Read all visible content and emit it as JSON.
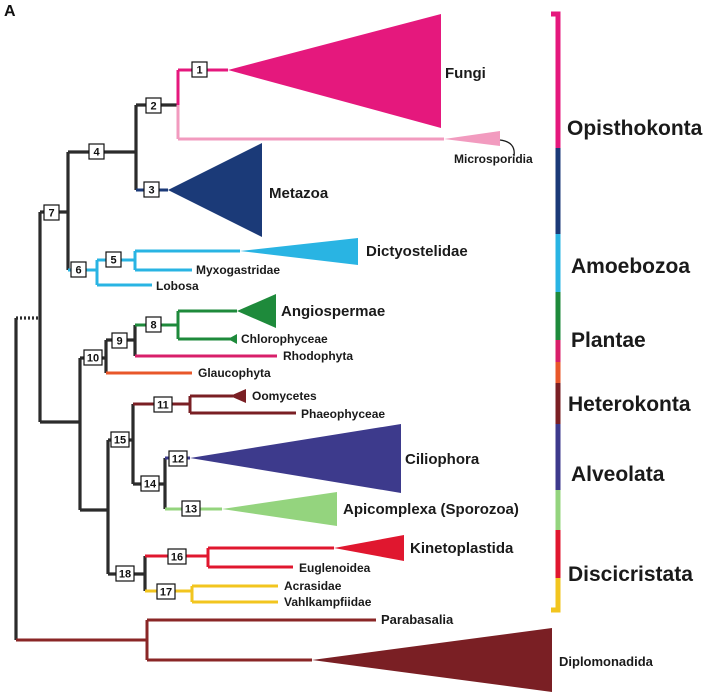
{
  "panel_label": "A",
  "node_numbers": [
    "1",
    "2",
    "3",
    "4",
    "5",
    "6",
    "7",
    "8",
    "9",
    "10",
    "11",
    "12",
    "13",
    "14",
    "15",
    "16",
    "17",
    "18"
  ],
  "taxa": {
    "fungi": "Fungi",
    "microsporidia": "Microsporidia",
    "metazoa": "Metazoa",
    "dictyostelidae": "Dictyostelidae",
    "myxogastridae": "Myxogastridae",
    "lobosa": "Lobosa",
    "angiospermae": "Angiospermae",
    "chlorophyceae": "Chlorophyceae",
    "rhodophyta": "Rhodophyta",
    "glaucophyta": "Glaucophyta",
    "oomycetes": "Oomycetes",
    "phaeophyceae": "Phaeophyceae",
    "ciliophora": "Ciliophora",
    "apicomplexa": "Apicomplexa (Sporozoa)",
    "kinetoplastida": "Kinetoplastida",
    "euglenoidea": "Euglenoidea",
    "acrasidae": "Acrasidae",
    "vahlkampfiidae": "Vahlkampfiidae",
    "parabasalia": "Parabasalia",
    "diplomonadida": "Diplomonadida"
  },
  "groups": {
    "opisthokonta": "Opisthokonta",
    "amoebozoa": "Amoebozoa",
    "plantae": "Plantae",
    "heterokonta": "Heterokonta",
    "alveolata": "Alveolata",
    "discicristata": "Discicristata"
  },
  "colors": {
    "fungi": "#e5187d",
    "microsporidia": "#f29bbf",
    "metazoa": "#1b3a78",
    "amoebozoa": "#29b4e3",
    "angiospermae": "#1e8a3b",
    "rhodophyta": "#d81f6a",
    "glaucophyta": "#e8572a",
    "heterokonta": "#7a1f24",
    "ciliophora": "#3d3a8c",
    "apicomplexa": "#94d47e",
    "kinetoplastida": "#e0172f",
    "vahlkampfiidae": "#f2c51f",
    "parabasalia": "#8a2626",
    "backbone": "#2b2b2b"
  }
}
